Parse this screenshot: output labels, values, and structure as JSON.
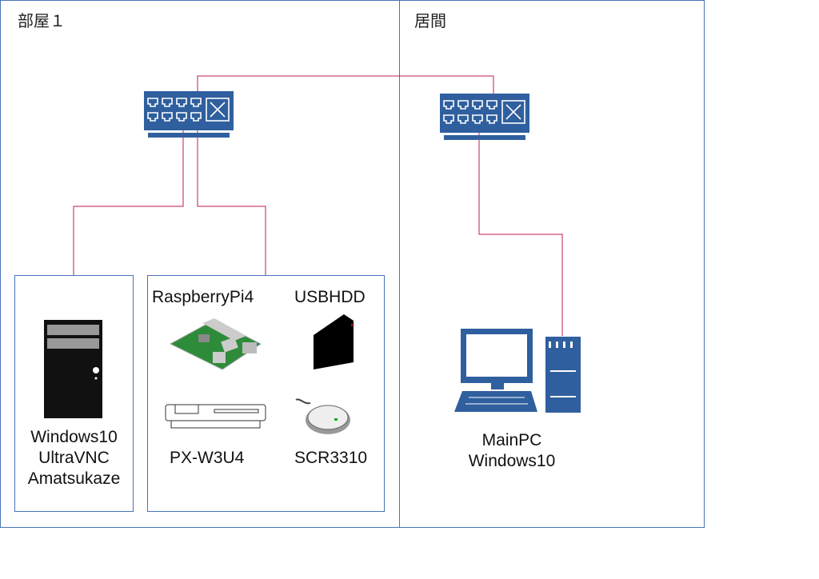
{
  "rooms": [
    {
      "title": "部屋１"
    },
    {
      "title": "居間"
    }
  ],
  "devices": {
    "server": {
      "lines": [
        "Windows10",
        "UltraVNC",
        "Amatsukaze"
      ]
    },
    "raspberrypi": {
      "label": "RaspberryPi4"
    },
    "usbhdd": {
      "label": "USBHDD"
    },
    "tuner": {
      "label": "PX-W3U4"
    },
    "cardreader": {
      "label": "SCR3310"
    },
    "mainpc": {
      "lines": [
        "MainPC",
        "Windows10"
      ]
    }
  },
  "colors": {
    "frame": "#4a72b8",
    "link": "#c2185b",
    "switch": "#2f5f9e"
  }
}
